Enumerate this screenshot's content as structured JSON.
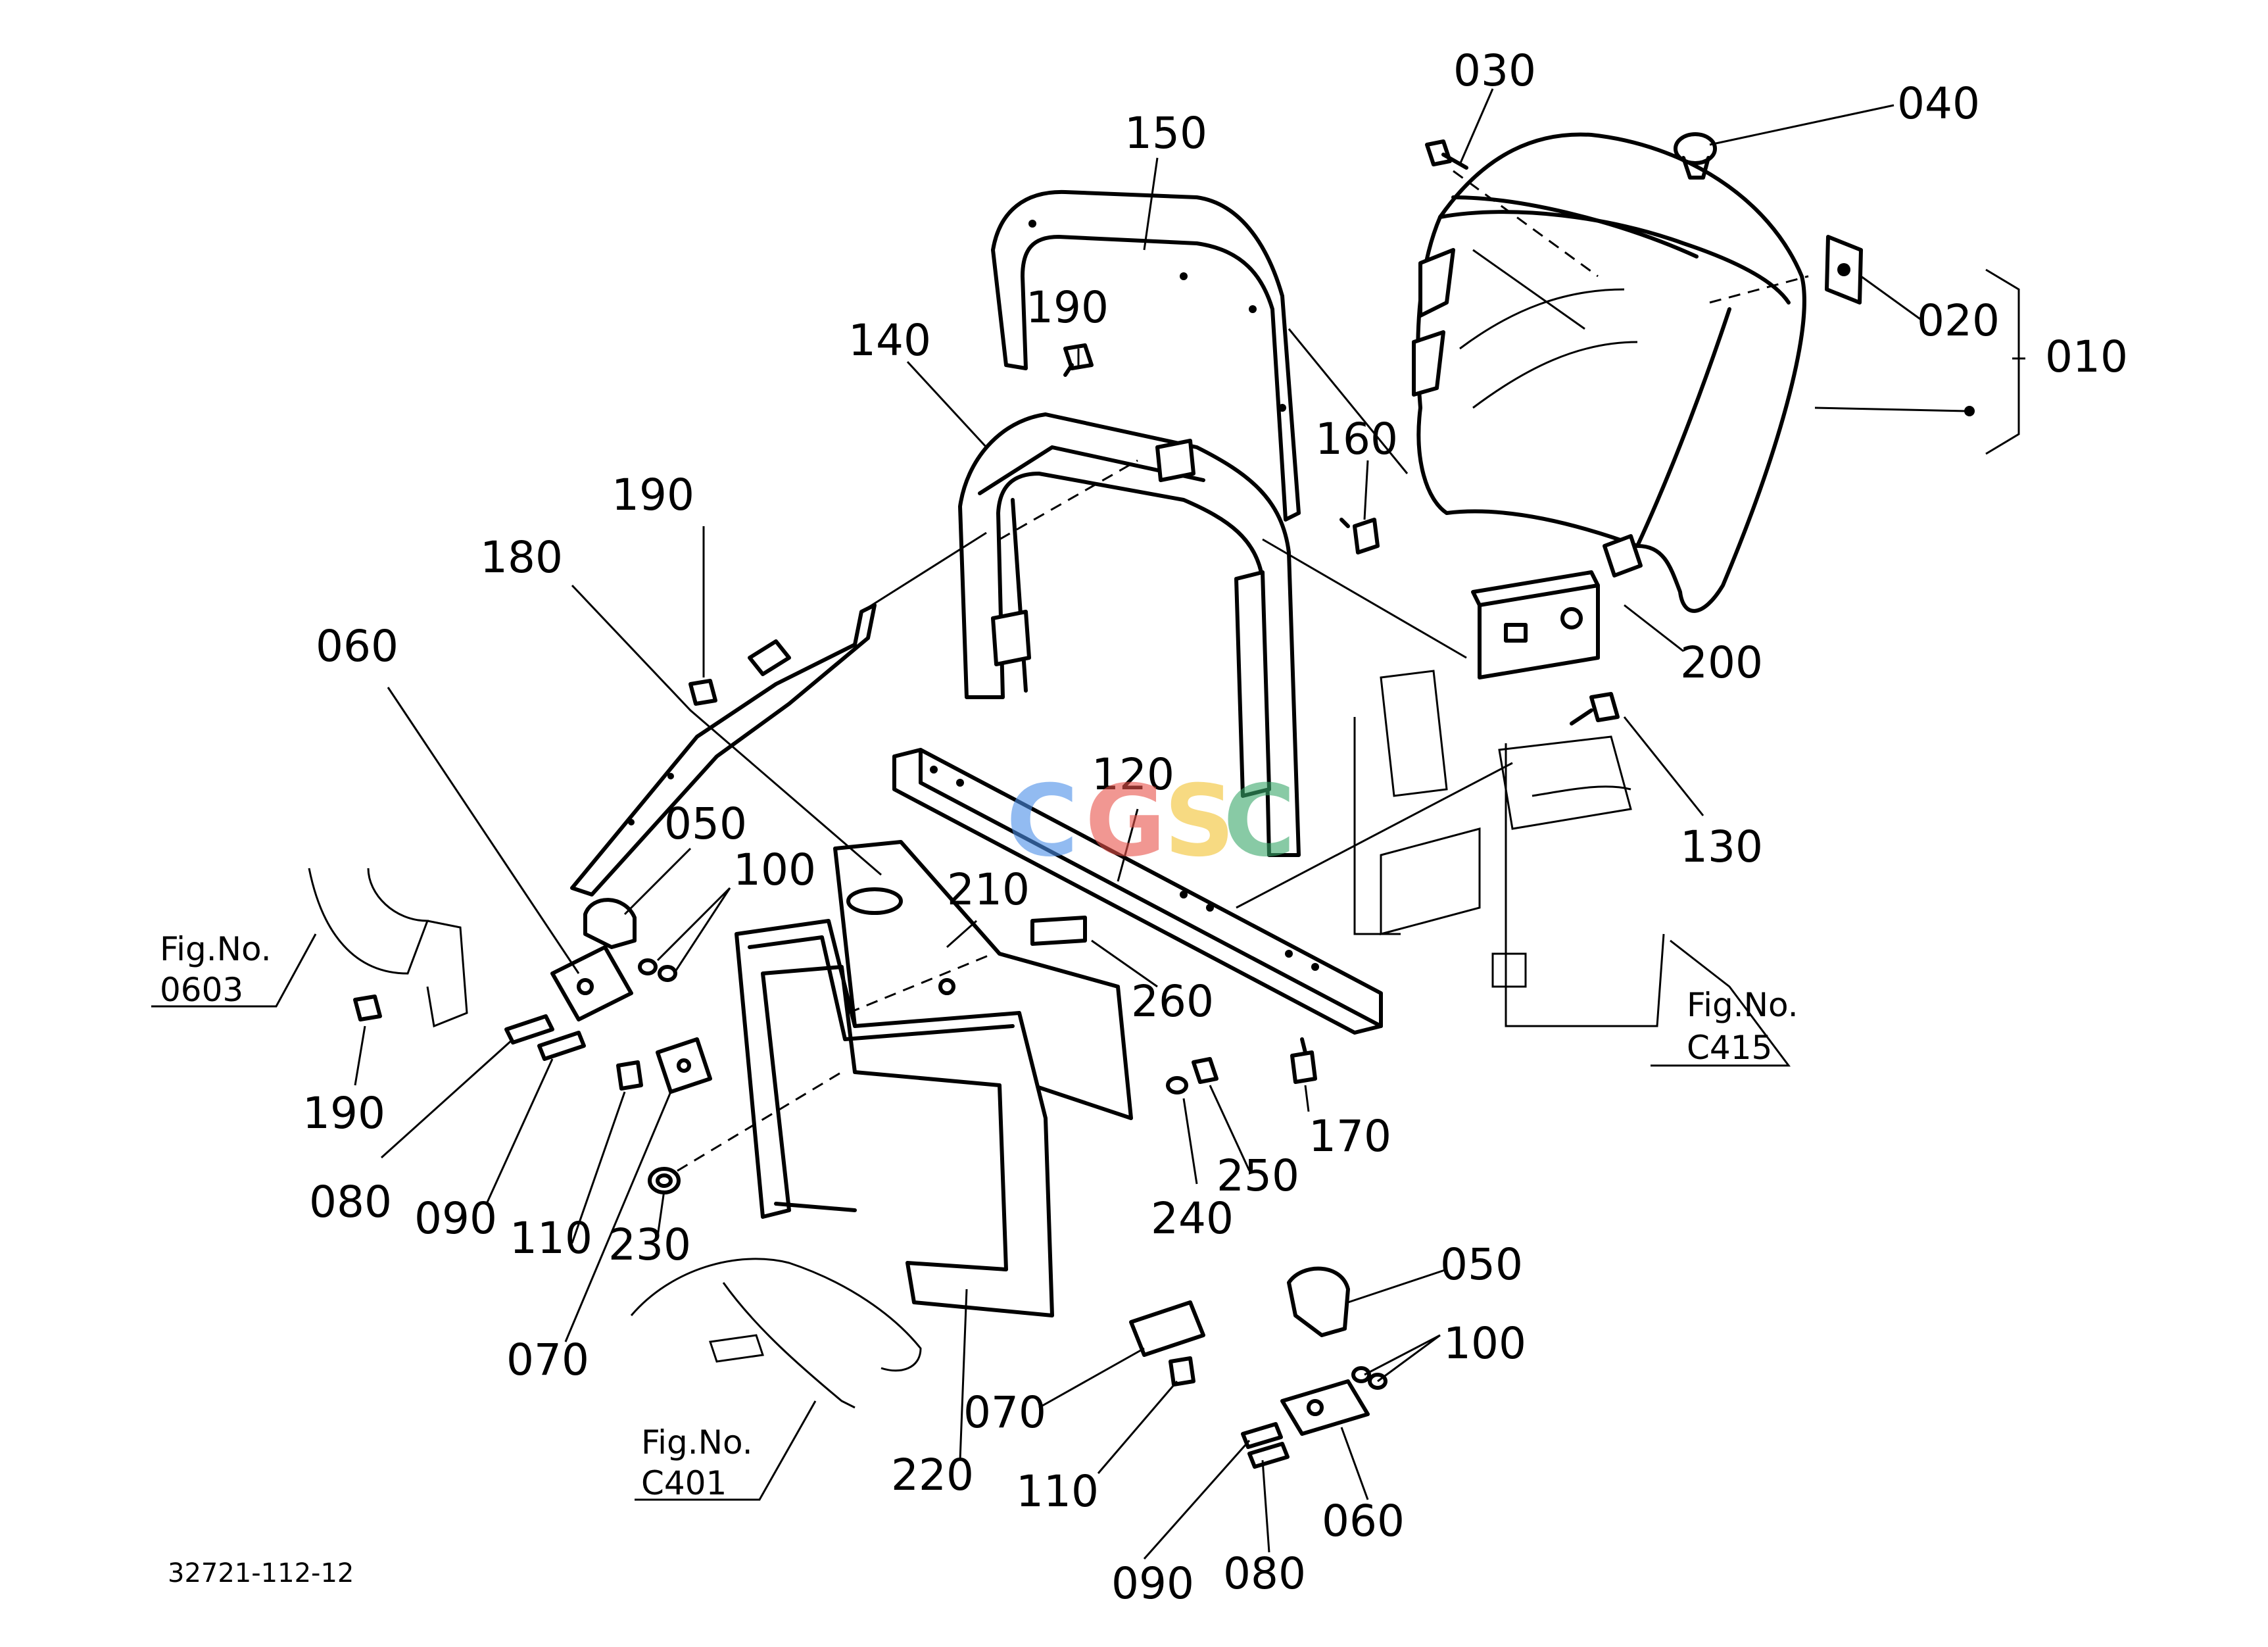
{
  "diagram": {
    "callouts": {
      "c030": "030",
      "c040": "040",
      "c150": "150",
      "c020": "020",
      "c010": "010",
      "c190a": "190",
      "c140": "140",
      "c160": "160",
      "c190b": "190",
      "c180": "180",
      "c200": "200",
      "c060a": "060",
      "c120": "120",
      "c050a": "050",
      "c130": "130",
      "c100a": "100",
      "c210": "210",
      "c260": "260",
      "c190c": "190",
      "c170": "170",
      "c250": "250",
      "c080a": "080",
      "c090a": "090",
      "c110a": "110",
      "c230": "230",
      "c240": "240",
      "c070a": "070",
      "c050b": "050",
      "c100b": "100",
      "c070b": "070",
      "c220": "220",
      "c110b": "110",
      "c060b": "060",
      "c090b": "090",
      "c080b": "080"
    },
    "fig_refs": {
      "f0603_label": "Fig.No.",
      "f0603_num": "0603",
      "fC415_label": "Fig.No.",
      "fC415_num": "C415",
      "fC401_label": "Fig.No.",
      "fC401_num": "C401"
    },
    "drawing_number": "32721-112-12",
    "watermark": {
      "letters": [
        "C",
        "G",
        "S",
        "C"
      ],
      "colors": [
        "#4a8ee8",
        "#e8534a",
        "#f2c230",
        "#3aa86b"
      ]
    }
  }
}
